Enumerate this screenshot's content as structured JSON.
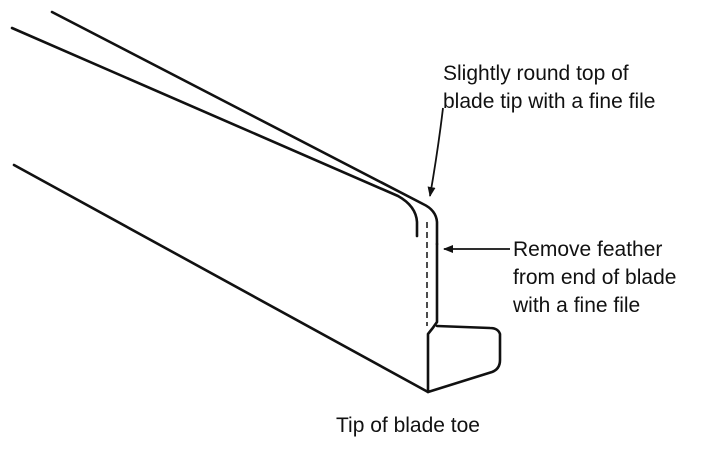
{
  "annotations": {
    "round_tip": [
      "Slightly round top of",
      "blade tip with a fine file"
    ],
    "remove_feather": [
      "Remove feather",
      "from end of blade",
      "with a fine file"
    ],
    "blade_toe": "Tip of blade toe"
  },
  "colors": {
    "line": "#111111",
    "background": "#ffffff"
  }
}
